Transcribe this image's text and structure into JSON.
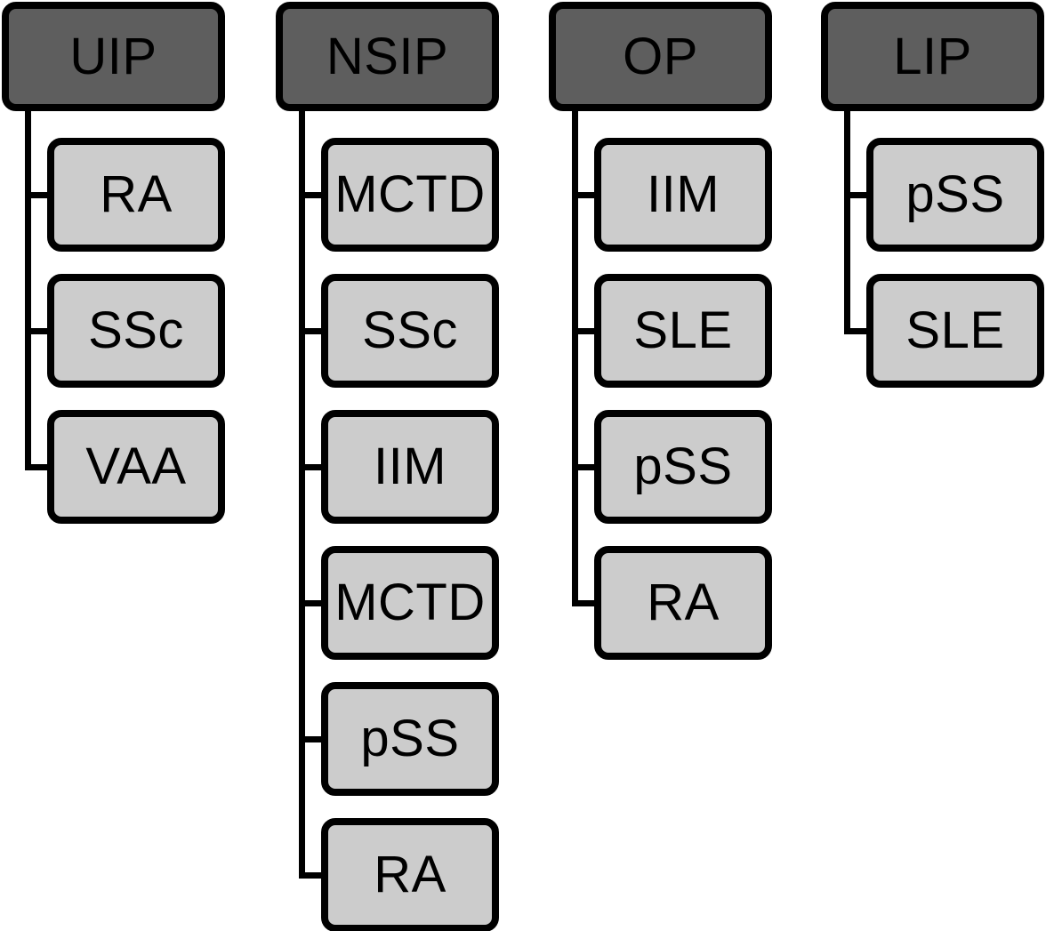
{
  "diagram": {
    "type": "tree",
    "orientation": "vertical-columns",
    "colors": {
      "header_fill": "#5e5e5e",
      "child_fill": "#cccccc",
      "stroke": "#000000",
      "background": "#ffffff",
      "text": "#000000"
    },
    "columns": [
      {
        "id": "uip",
        "root": "UIP",
        "children": [
          "RA",
          "SSc",
          "VAA"
        ]
      },
      {
        "id": "nsip",
        "root": "NSIP",
        "children": [
          "MCTD",
          "SSc",
          "IIM",
          "MCTD",
          "pSS",
          "RA"
        ]
      },
      {
        "id": "op",
        "root": "OP",
        "children": [
          "IIM",
          "SLE",
          "pSS",
          "RA"
        ]
      },
      {
        "id": "lip",
        "root": "LIP",
        "children": [
          "pSS",
          "SLE"
        ]
      }
    ]
  }
}
